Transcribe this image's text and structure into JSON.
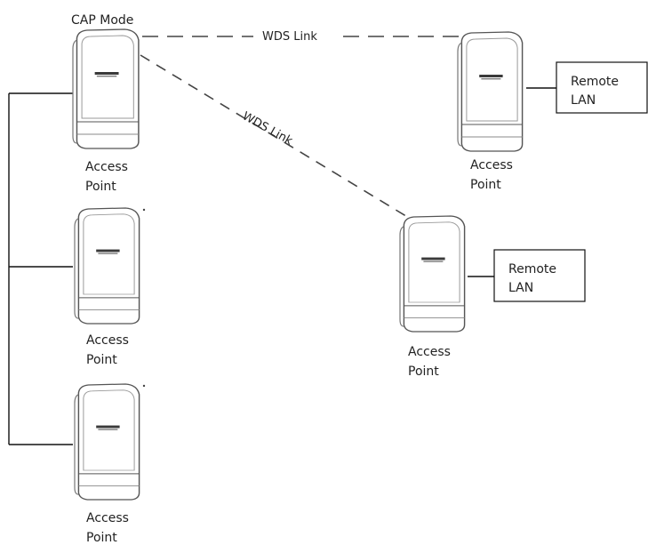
{
  "diagram": {
    "title": "CAP Mode",
    "links": {
      "top_label": "WDS Link",
      "diag_label": "WDS Link"
    },
    "devices": {
      "ap1": {
        "label_line1": "Access",
        "label_line2": "Point"
      },
      "ap2": {
        "label_line1": "Access",
        "label_line2": "Point"
      },
      "ap3": {
        "label_line1": "Access",
        "label_line2": "Point"
      },
      "ap_remote1": {
        "label_line1": "Access",
        "label_line2": "Point"
      },
      "ap_remote2": {
        "label_line1": "Access",
        "label_line2": "Point"
      }
    },
    "remote_lans": [
      {
        "line1": "Remote",
        "line2": "LAN"
      },
      {
        "line1": "Remote",
        "line2": "LAN"
      }
    ]
  }
}
